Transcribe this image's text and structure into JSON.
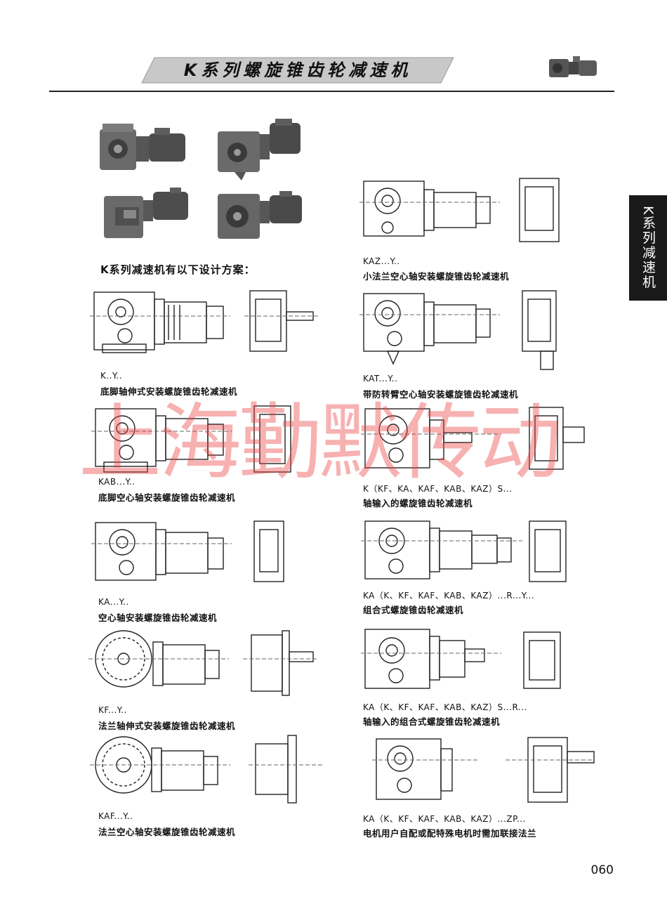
{
  "header": {
    "title": "K系列螺旋锥齿轮减速机"
  },
  "side_tab": {
    "label": "K系列减速机"
  },
  "intro": {
    "text": "K系列减速机有以下设计方案："
  },
  "watermark": {
    "text": "上海勤默传动"
  },
  "variants_left": [
    {
      "code": "K..Y..",
      "desc": "底脚轴伸式安装螺旋锥齿轮减速机"
    },
    {
      "code": "KAB...Y..",
      "desc": "底脚空心轴安装螺旋锥齿轮减速机"
    },
    {
      "code": "KA...Y..",
      "desc": "空心轴安装螺旋锥齿轮减速机"
    },
    {
      "code": "KF...Y..",
      "desc": "法兰轴伸式安装螺旋锥齿轮减速机"
    },
    {
      "code": "KAF...Y..",
      "desc": "法兰空心轴安装螺旋锥齿轮减速机"
    }
  ],
  "variants_right": [
    {
      "code": "KAZ...Y..",
      "desc": "小法兰空心轴安装螺旋锥齿轮减速机"
    },
    {
      "code": "KAT...Y..",
      "desc": "带防转臂空心轴安装螺旋锥齿轮减速机"
    },
    {
      "code": "K（KF、KA、KAF、KAB、KAZ）S...",
      "desc": "轴输入的螺旋锥齿轮减速机"
    },
    {
      "code": "KA（K、KF、KAF、KAB、KAZ）...R...Y...",
      "desc": "组合式螺旋锥齿轮减速机"
    },
    {
      "code": "KA（K、KF、KAF、KAB、KAZ）S...R...",
      "desc": "轴输入的组合式螺旋锥齿轮减速机"
    },
    {
      "code": "KA（K、KF、KAF、KAB、KAZ）...ZP...",
      "desc": "电机用户自配或配特殊电机时需加联接法兰"
    }
  ],
  "page_number": "060",
  "colors": {
    "banner": "#c8c8c8",
    "ink": "#111111",
    "tab_bg": "#1a1a1a",
    "watermark": "#eb4646"
  }
}
